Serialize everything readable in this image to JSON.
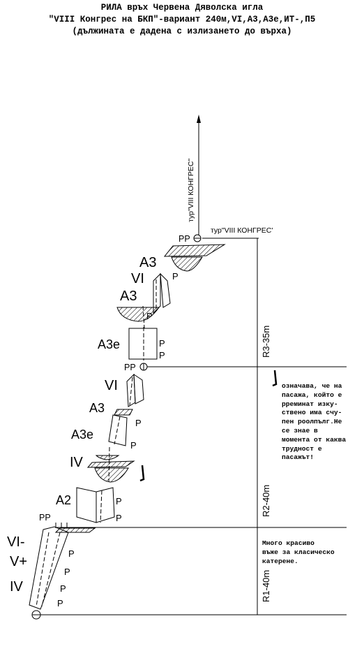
{
  "header": {
    "line1": "РИЛА връх Червена Дяволска игла",
    "line2": "\"VIII Конгрес на БКП\"-вариант 240м,VI,А3,А3е,ИТ-,П5",
    "line3": "(дължината е дадена с излизането до върха)"
  },
  "route_label_top": "тур\"VIII КОНГРЕС\"",
  "cairn_label": "тур\"VIII КОНГРЕС'",
  "sections": [
    "R3-35m",
    "R2-40m",
    "R1-40m"
  ],
  "grades": {
    "g_a3_top": "А3",
    "g_vi_upper": "VI",
    "g_a3_mid": "А3",
    "g_a3e_upper": "А3е",
    "g_vi_lower": "VI",
    "g_a3_lower": "А3",
    "g_a3e_lower": "А3е",
    "g_iv": "IV",
    "g_a2": "А2",
    "g_vi_minus": "VI-",
    "g_v_plus": "V+",
    "g_iv_start": "IV"
  },
  "notes": {
    "legend": "означава, че на\nпасажа, който е\npреминат изку-\nствено има счу-\nпен роолпълг.Не\nсе знае в\nмомента от каква\nтрудност е\nпасажът!",
    "comment": "Много красиво\nвъже за класическо\nкатерене."
  }
}
